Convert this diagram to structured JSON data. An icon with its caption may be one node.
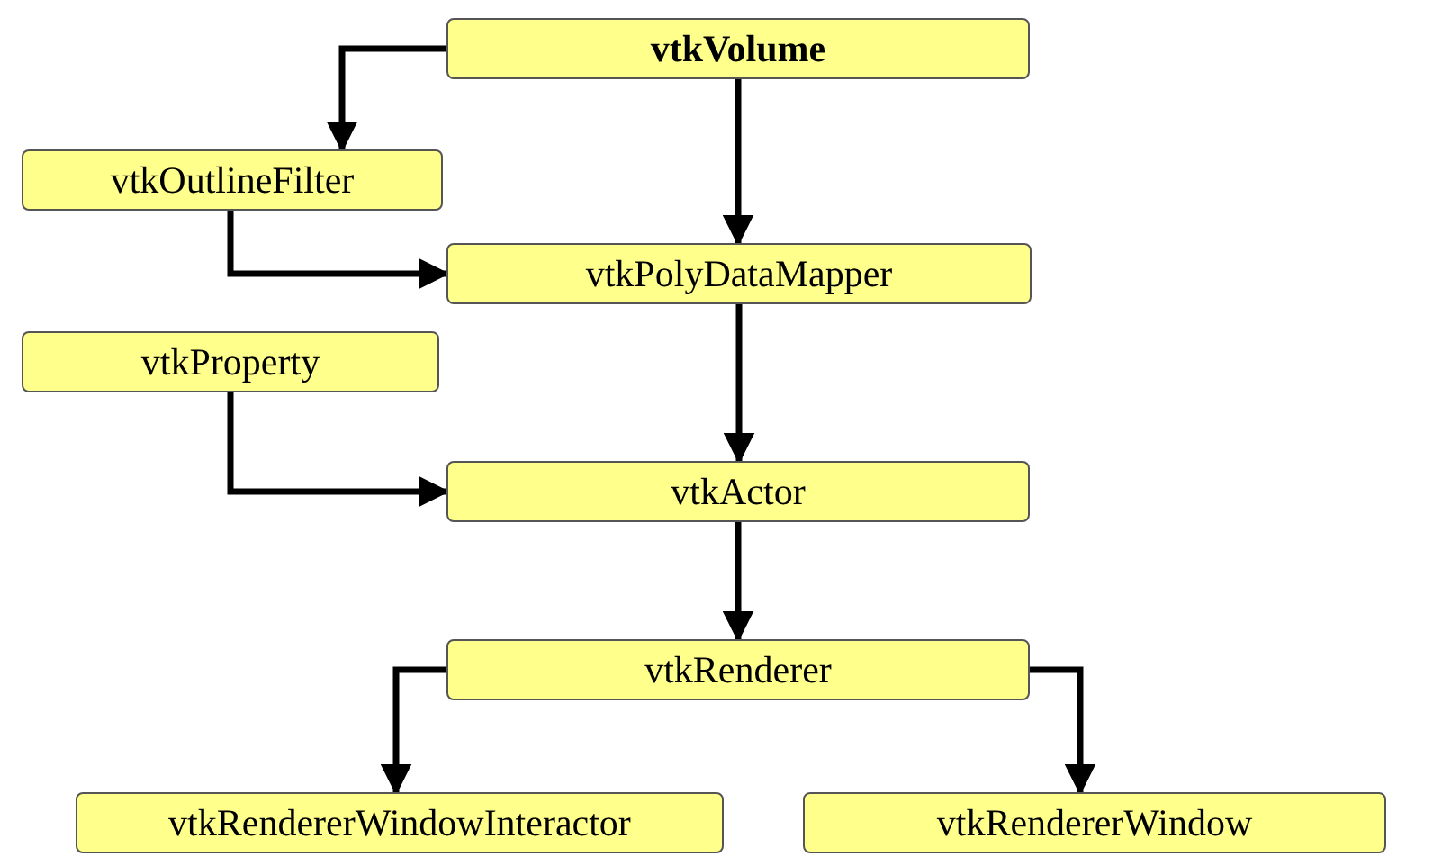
{
  "diagram": {
    "nodes": [
      {
        "text": [
          "vtkVolume"
        ]
      },
      {
        "text": [
          "vtkOutlineFilter"
        ]
      },
      {
        "text": [
          "vtkPolyDataMapper"
        ]
      },
      {
        "text": [
          "vtkProperty"
        ]
      },
      {
        "text": [
          "vtkActor"
        ]
      },
      {
        "text": [
          "vtkRenderer"
        ]
      },
      {
        "text": [
          "vtkRendererWindowInteractor"
        ]
      },
      {
        "text": [
          "vtkRendererWindow"
        ]
      }
    ],
    "edges": [
      {
        "from": 0,
        "to": 1,
        "arrow": "to"
      },
      {
        "from": 0,
        "to": 2,
        "arrow": "to"
      },
      {
        "from": 1,
        "to": 2,
        "arrow": "to"
      },
      {
        "from": 2,
        "to": 4,
        "arrow": "to"
      },
      {
        "from": 3,
        "to": 4,
        "arrow": "to"
      },
      {
        "from": 4,
        "to": 5,
        "arrow": "to"
      },
      {
        "from": 5,
        "to": 6,
        "arrow": "to"
      },
      {
        "from": 5,
        "to": 7,
        "arrow": "to"
      }
    ]
  }
}
